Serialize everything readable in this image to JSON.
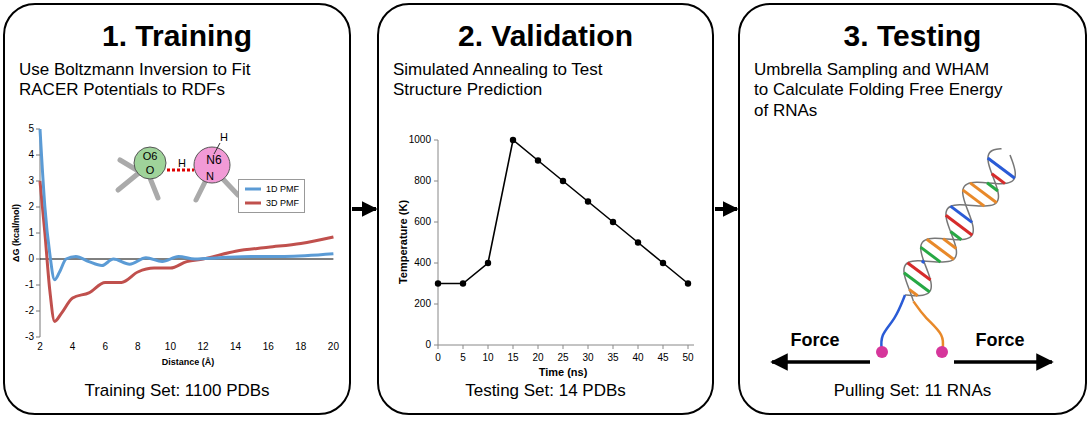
{
  "diagram": {
    "nodes": [
      {
        "text": [
          "1. Training",
          "Use Boltzmann Inversion to Fit RACER Potentials to RDFs",
          "Training Set: 1100 PDBs"
        ]
      },
      {
        "text": [
          "2. Validation",
          "Simulated Annealing to Test Structure Prediction",
          "Testing Set: 14 PDBs"
        ]
      },
      {
        "text": [
          "3. Testing",
          "Umbrella Sampling and WHAM to Calculate Folding Free Energy of RNAs",
          "Pulling Set: 11 RNAs"
        ]
      }
    ],
    "edges": [
      {
        "from": 0,
        "to": 1,
        "arrow": "to"
      },
      {
        "from": 1,
        "to": 2,
        "arrow": "to"
      }
    ],
    "labels": [
      "5",
      "4",
      "3",
      "2",
      "1",
      "0",
      "-1",
      "-2",
      "-3",
      "ΔG (kcal/mol)",
      "2",
      "4",
      "6",
      "8",
      "10",
      "12",
      "14",
      "16",
      "18",
      "20",
      "Distance (Å)",
      "O6",
      "O",
      "H",
      "N6",
      "H",
      "N",
      "1000",
      "800",
      "600",
      "400",
      "200",
      "0",
      "Temperature (K)",
      "0",
      "5",
      "10",
      "15",
      "20",
      "25",
      "30",
      "35",
      "40",
      "45",
      "50",
      "Time (ns)",
      "Force",
      "Force"
    ],
    "legend": [
      {
        "text": "1D PMF"
      },
      {
        "text": "3D PMF"
      }
    ]
  }
}
